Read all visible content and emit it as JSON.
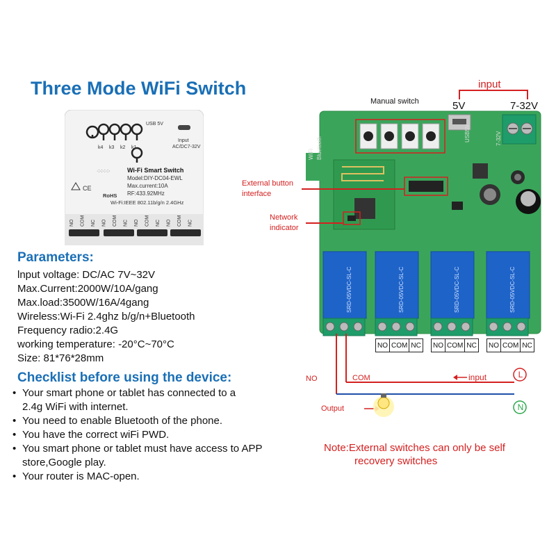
{
  "title": "Three Mode WiFi Switch",
  "module": {
    "usb_label": "USB 5V",
    "input_label": "Input",
    "input_voltage": "AC/DC7-32V",
    "buttons": [
      "k4",
      "k3",
      "k2",
      "k1"
    ],
    "name": "Wi-Fi Smart Switch",
    "model": "Model:DIY-DC04-EWL",
    "max_current": "Max.current:10A",
    "rf": "RF:433.92MHz",
    "wifi": "Wi-Fi:IEEE 802.11b/g/n 2.4GHz",
    "cert": "CE",
    "rohs": "RoHS",
    "terminals": [
      "NO",
      "COM",
      "NC",
      "NO",
      "COM",
      "NC",
      "NO",
      "COM",
      "NC",
      "NO",
      "COM",
      "NC"
    ]
  },
  "parameters": {
    "heading": "Parameters:",
    "items": [
      "lnput voltage: DC/AC 7V~32V",
      "Max.Current:2000W/10A/gang",
      "Max.load:3500W/16A/4gang",
      "Wireless:Wi-Fi 2.4ghz b/g/n+Bluetooth",
      "Frequency radio:2.4G",
      "working temperature: -20°C~70°C",
      "Size: 81*76*28mm"
    ]
  },
  "checklist": {
    "heading": "Checklist before using the device:",
    "items": [
      "Your smart phone or tablet has connected to a",
      "2.4g WiFi with internet.",
      "You need to enable Bluetooth of the phone.",
      "You have the correct wiFi PWD.",
      "You smart phone or tablet must have access to APP",
      "store,Google play.",
      "Your router is MAC-open."
    ],
    "bulleted": [
      true,
      false,
      true,
      true,
      true,
      false,
      true
    ]
  },
  "board": {
    "input_heading": "input",
    "input_5v": "5V",
    "input_7_32v": "7-32V",
    "manual_switch": "Manual switch",
    "external_button_1": "External button",
    "external_button_2": "interface",
    "network_1": "Network",
    "network_2": "indicator",
    "board_text_7_32v": "7-32V",
    "board_text_usb": "USB5V",
    "board_text_wifi": "WiFi",
    "board_text_bt": "Bluetooth",
    "relay_text": "SRD-05VDC-SL-C",
    "terminal_groups": [
      [
        "NO",
        "COM",
        "NC"
      ],
      [
        "NO",
        "COM",
        "NC"
      ],
      [
        "NO",
        "COM",
        "NC"
      ]
    ]
  },
  "wiring": {
    "no": "NO",
    "com": "COM",
    "input": "input",
    "output": "Output",
    "line": "L",
    "neutral": "N"
  },
  "note": {
    "line1": "Note:External switches can only be self",
    "line2": "recovery switches"
  },
  "colors": {
    "accent": "#1a6fb6",
    "red": "#d42020",
    "pcb": "#3aa55a",
    "relay": "#1e63c8",
    "neutral_wire": "#1e4fa8",
    "neutral_symbol": "#2aa84a"
  }
}
